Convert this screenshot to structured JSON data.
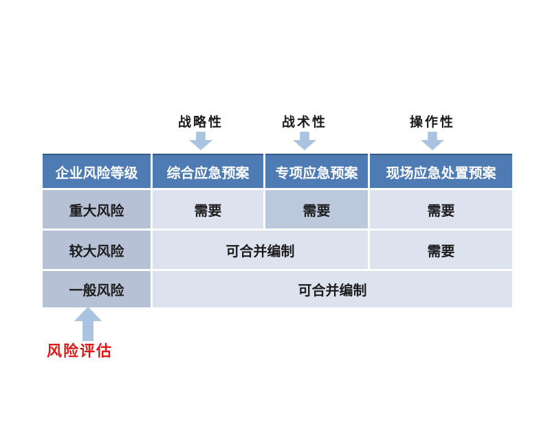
{
  "top_labels": [
    {
      "label": "战略性"
    },
    {
      "label": "战术性"
    },
    {
      "label": "操作性"
    }
  ],
  "table": {
    "headers": [
      "企业风险等级",
      "综合应急预案",
      "专项应急预案",
      "现场应急处置预案"
    ],
    "rows": [
      {
        "level": "重大风险",
        "cells": [
          "需要",
          "需要",
          "需要"
        ]
      },
      {
        "level": "较大风险",
        "cells": [
          "可合并编制",
          "需要"
        ]
      },
      {
        "level": "一般风险",
        "cells": [
          "可合并编制"
        ]
      }
    ]
  },
  "bottom_label": "风险评估",
  "colors": {
    "page_bg": "#ffffff",
    "header_blue": "#4e7bb3",
    "header_border": "#33587e",
    "dark_cell": "#b6c1d6",
    "highlight_cell": "#bcc8dc",
    "light_cell": "#dde3ee",
    "arrow_fill": "#a9c3e0",
    "red_label": "#e01717"
  }
}
